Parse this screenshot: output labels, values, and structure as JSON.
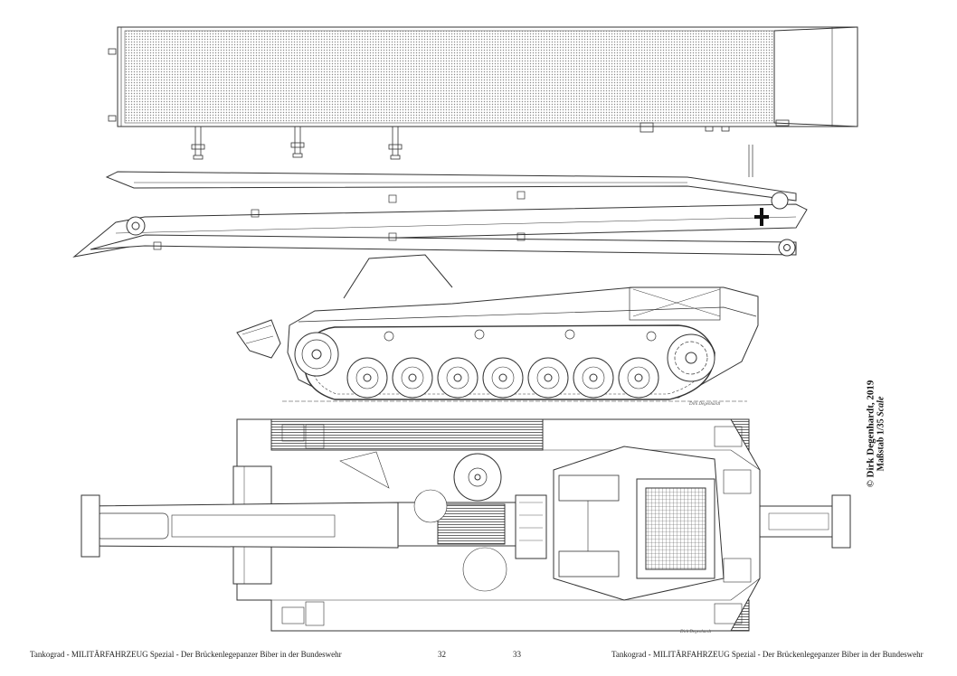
{
  "footer": {
    "left_text": "Tankograd - MILITÄRFAHRZEUG Spezial - Der Brückenlegepanzer Biber in der Bundeswehr",
    "right_text": "Tankograd - MILITÄRFAHRZEUG Spezial - Der Brückenlegepanzer Biber in der Bundeswehr",
    "page_left": "32",
    "page_right": "33"
  },
  "credit": {
    "copyright": "© Dirk Degenhardt, 2019",
    "scale_label": "Maßstab 1/35",
    "scale_word": "Scale"
  },
  "signature": "Dirk Degenhardt",
  "colors": {
    "line": "#333333",
    "hatch": "#9a9a9a",
    "background": "#ffffff"
  }
}
